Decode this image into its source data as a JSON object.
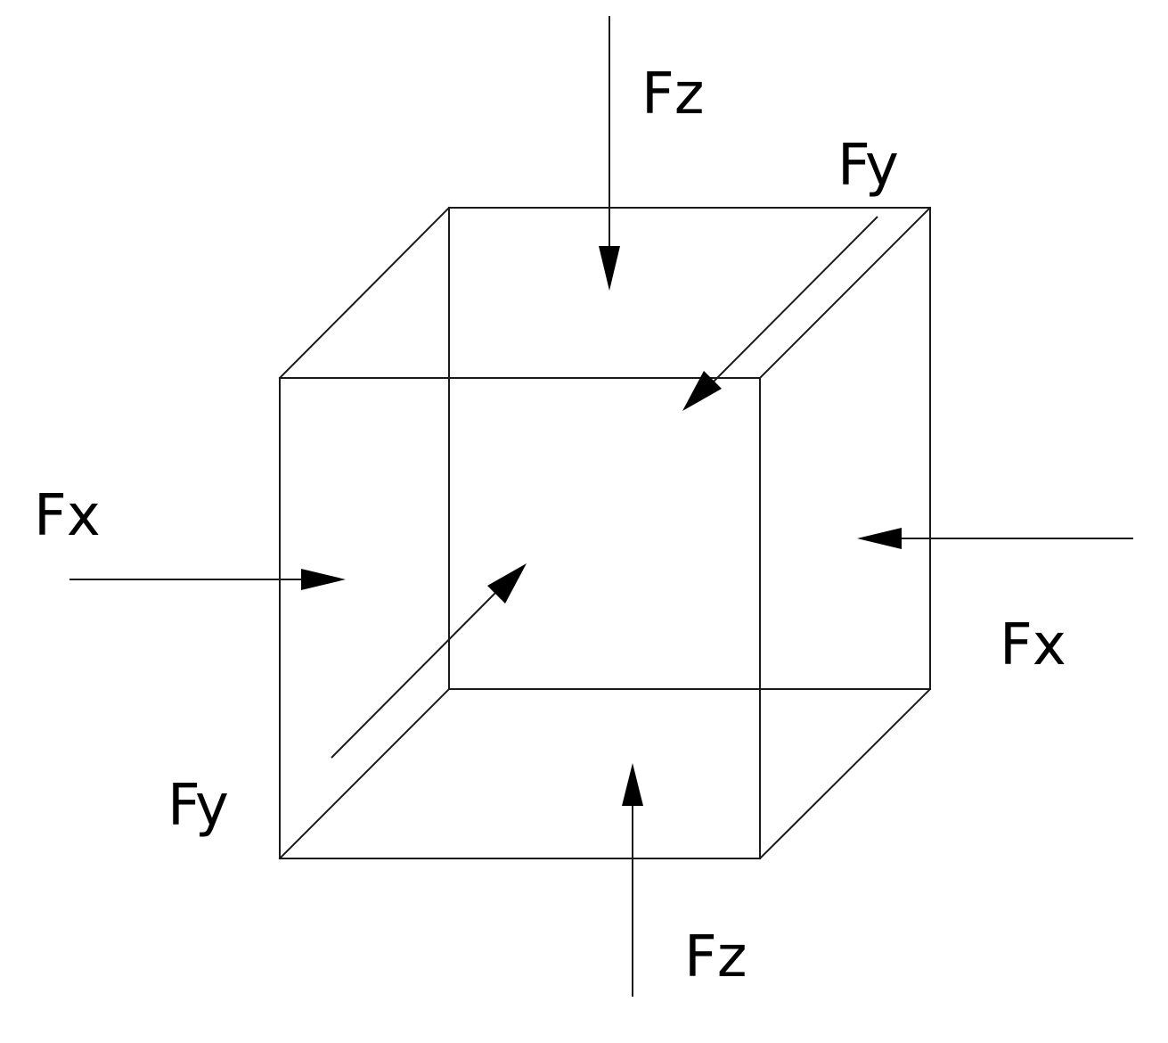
{
  "labels": {
    "fz_top": "Fz",
    "fy_top": "Fy",
    "fx_left": "Fx",
    "fx_right": "Fx",
    "fy_bottom": "Fy",
    "fz_bottom": "Fz"
  },
  "colors": {
    "line": "#1a1a1a",
    "arrowhead": "#000000",
    "background": "#ffffff"
  }
}
